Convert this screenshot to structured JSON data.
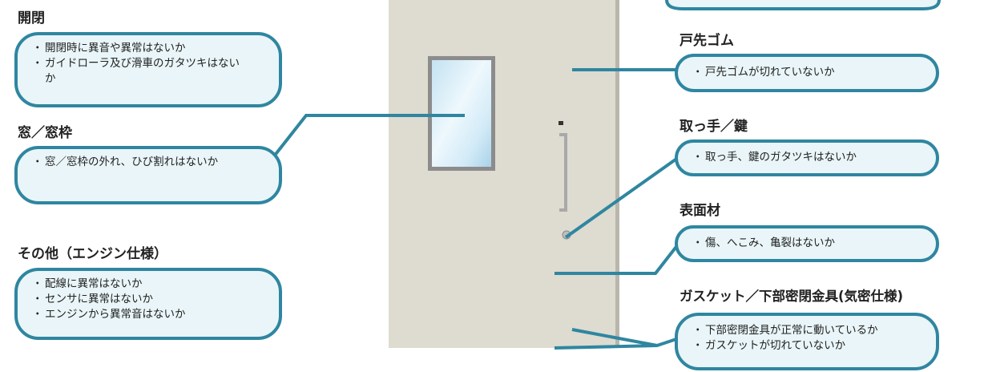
{
  "left": {
    "kaihei": {
      "heading": "開閉",
      "items": [
        "開閉時に異音や異常はないか",
        "ガイドローラ及び滑車のガタツキはないか"
      ]
    },
    "mado": {
      "heading": "窓／窓枠",
      "items": [
        "窓／窓枠の外れ、ひび割れはないか"
      ]
    },
    "sonota": {
      "heading": "その他（エンジン仕様）",
      "items": [
        "配線に異常はないか",
        "センサに異常はないか",
        "エンジンから異常音はないか"
      ]
    }
  },
  "right": {
    "tosaki": {
      "heading": "戸先ゴム",
      "items": [
        "戸先ゴムが切れていないか"
      ]
    },
    "totte": {
      "heading": "取っ手／鍵",
      "items": [
        "取っ手、鍵のガタツキはないか"
      ]
    },
    "hyomen": {
      "heading": "表面材",
      "items": [
        "傷、へこみ、亀裂はないか"
      ]
    },
    "gasket": {
      "heading": "ガスケット／下部密閉金具(気密仕様)",
      "items": [
        "下部密閉金具が正常に動いているか",
        "ガスケットが切れていないか"
      ]
    }
  },
  "colors": {
    "accent": "#2f86a0",
    "bubble_fill": "#e9f5f8",
    "door": "#dedbd0",
    "rail": "#b9b6ac"
  }
}
